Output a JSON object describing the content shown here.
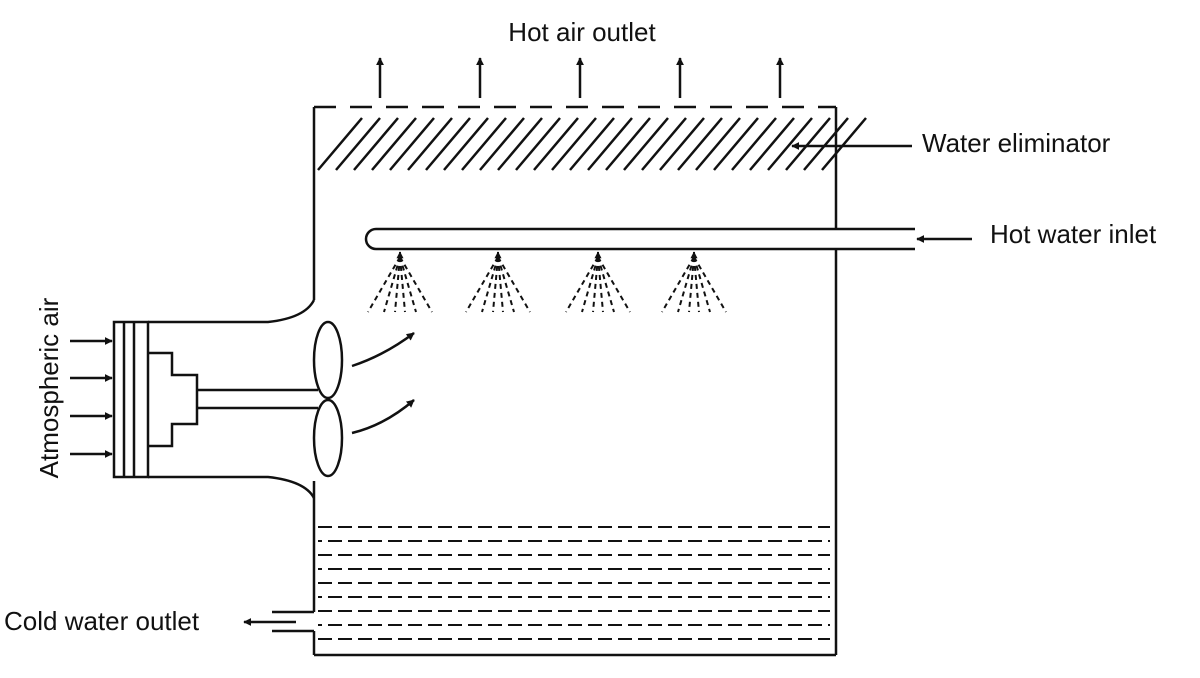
{
  "labels": {
    "hot_air_outlet": "Hot air outlet",
    "water_eliminator": "Water eliminator",
    "hot_water_inlet": "Hot water inlet",
    "atmospheric_air": "Atmospheric air",
    "cold_water_outlet": "Cold water outlet"
  },
  "colors": {
    "stroke": "#111111",
    "background": "#ffffff"
  }
}
